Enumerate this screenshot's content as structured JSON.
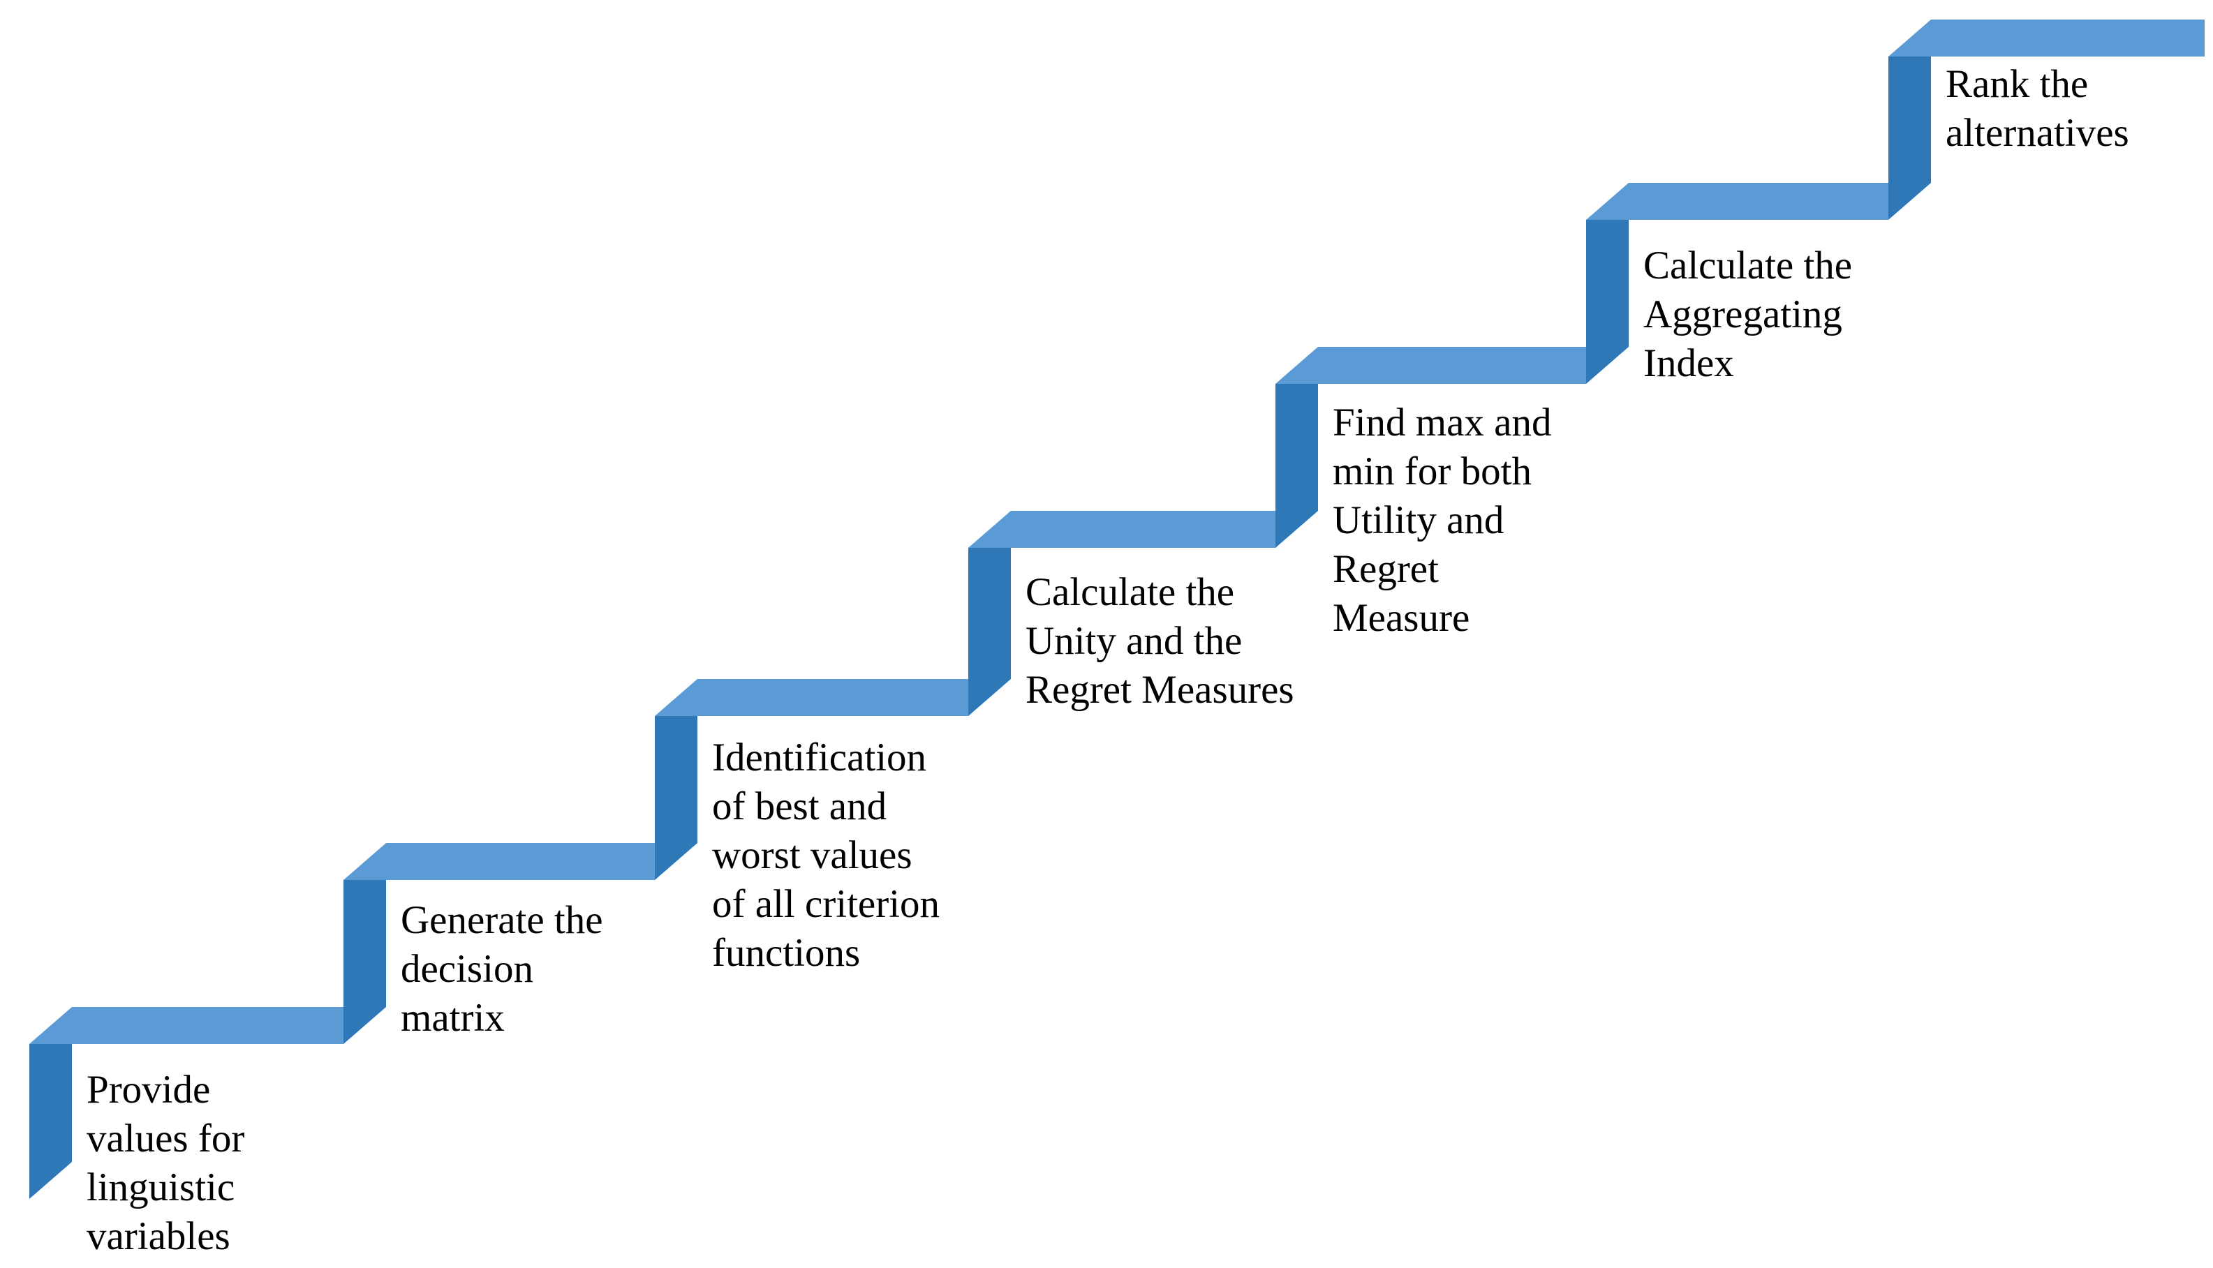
{
  "diagram": {
    "type": "step-up-process",
    "background": "#ffffff",
    "colors": {
      "riser_dark_blue": "#2E78B8",
      "tread_light_blue": "#5B9BD5",
      "label_text": "#000000"
    },
    "steps": [
      {
        "label": "Provide values for linguistic variables",
        "lines": [
          "Provide",
          "values for",
          "linguistic",
          "variables"
        ]
      },
      {
        "label": "Generate the decision matrix",
        "lines": [
          "Generate the",
          "decision",
          "matrix"
        ]
      },
      {
        "label": "Identification of best and worst values of all criterion functions",
        "lines": [
          "Identification",
          "of best and",
          "worst values",
          "of all criterion",
          "functions"
        ]
      },
      {
        "label": "Calculate the Unity and the Regret Measures",
        "lines": [
          "Calculate the",
          "Unity and the",
          "Regret Measures"
        ]
      },
      {
        "label": "Find max and min for both Utility and Regret Measure",
        "lines": [
          "Find max and",
          "min for both",
          "Utility and",
          "Regret",
          "Measure"
        ]
      },
      {
        "label": "Calculate the Aggregating Index",
        "lines": [
          "Calculate the",
          "Aggregating",
          "Index"
        ]
      },
      {
        "label": "Rank the alternatives",
        "lines": [
          "Rank the",
          "alternatives"
        ]
      }
    ]
  }
}
